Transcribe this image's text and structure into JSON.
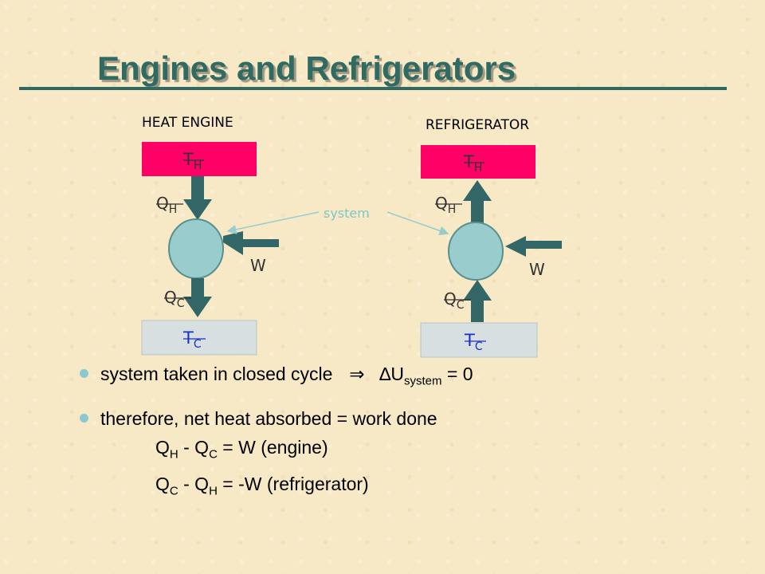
{
  "slide": {
    "title": "Engines and Refrigerators"
  },
  "diagram": {
    "engine": {
      "heading": "HEAT ENGINE",
      "hot_reservoir": "T",
      "hot_sub": "H",
      "cold_reservoir": "T",
      "cold_sub": "C",
      "heat_in": "Q",
      "heat_in_sub": "H",
      "heat_out": "Q",
      "heat_out_sub": "C",
      "work": "W"
    },
    "refrigerator": {
      "heading": "REFRIGERATOR",
      "hot_reservoir": "T",
      "hot_sub": "H",
      "cold_reservoir": "T",
      "cold_sub": "C",
      "heat_out": "Q",
      "heat_out_sub": "H",
      "heat_in": "Q",
      "heat_in_sub": "C",
      "work": "W"
    },
    "system_label": "system",
    "colors": {
      "hot": "#ff0066",
      "cold": "#d7dfe0",
      "system": "#99cccc",
      "arrow": "#336666",
      "pointer": "#99cccc"
    }
  },
  "bullets": {
    "b1_text": "system taken in closed cycle",
    "b1_implies": "⇒",
    "b1_delta": "∆U",
    "b1_sub": "system",
    "b1_tail": " = 0",
    "b2_text": "therefore, net heat absorbed = work done"
  },
  "equations": {
    "e1_q1": "Q",
    "e1_s1": "H",
    "e1_mid": " - Q",
    "e1_s2": "C",
    "e1_tail": " = W (engine)",
    "e2_q1": "Q",
    "e2_s1": "C",
    "e2_mid": " - Q",
    "e2_s2": "H",
    "e2_tail": " = -W (refrigerator)"
  }
}
